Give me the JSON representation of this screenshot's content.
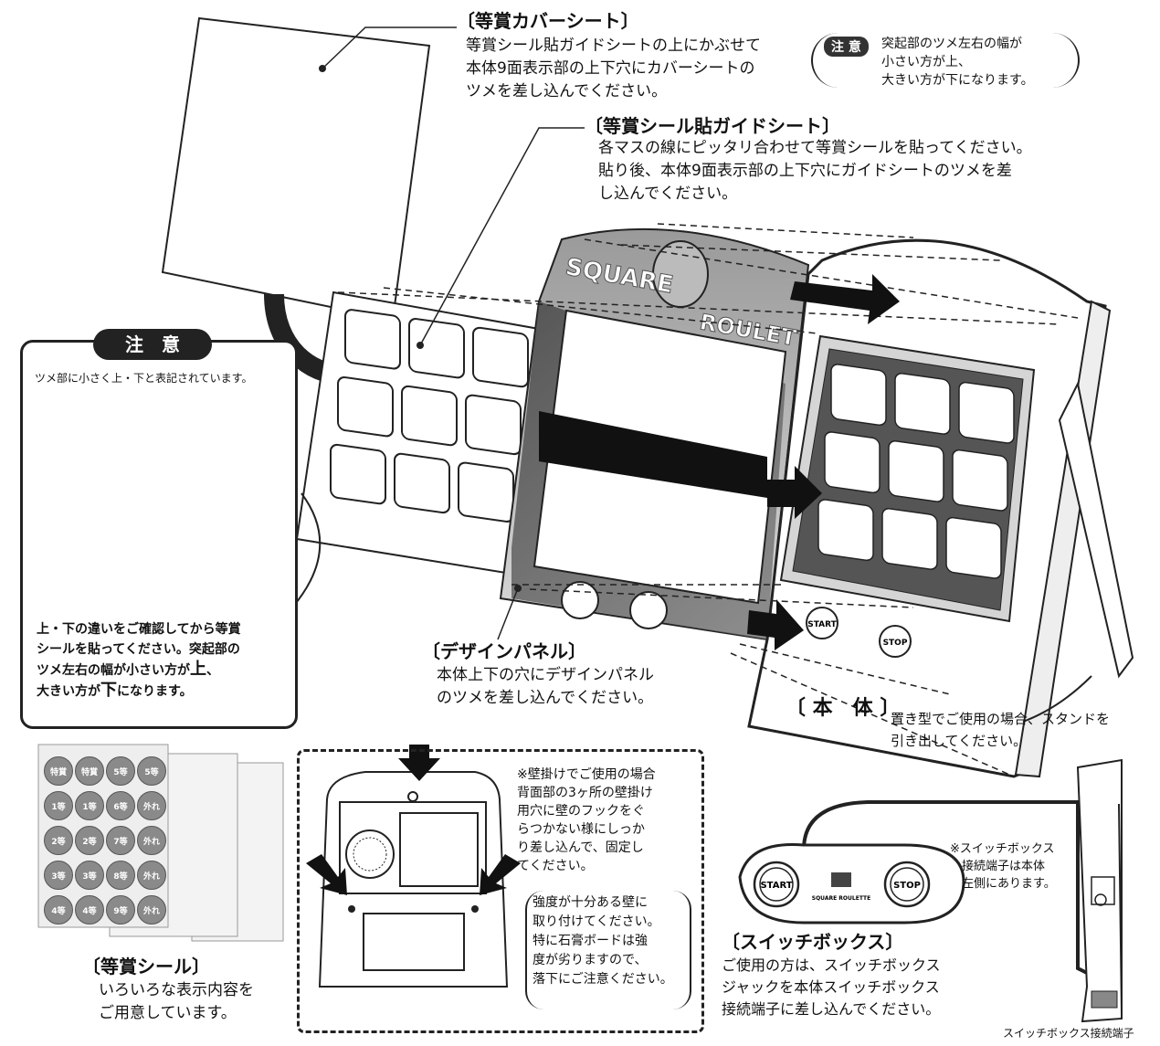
{
  "cover_sheet": {
    "title": "〔等賞カバーシート〕",
    "text": "等賞シール貼ガイドシートの上にかぶせて\n本体9面表示部の上下穴にカバーシートの\nツメを差し込んでください。"
  },
  "caution_top": {
    "badge": "注 意",
    "text": "突起部のツメ左右の幅が\n小さい方が上、\n大きい方が下になります。"
  },
  "guide_sheet": {
    "title": "〔等賞シール貼ガイドシート〕",
    "text": "各マスの線にピッタリ合わせて等賞シールを貼ってください。\n貼り後、本体9面表示部の上下穴にガイドシートのツメを差\nし込んでください。"
  },
  "caution_box": {
    "title": "注　意",
    "top_text": "ツメ部に小さく上・下と表記されています。",
    "bottom_text_1": "上・下の違いをご確認してから等賞\nシールを貼ってください。突起部の\nツメ左右の幅が小さい方が",
    "up": "上",
    "bottom_text_2": "、\n大きい方が",
    "down": "下",
    "bottom_text_3": "になります。"
  },
  "design_panel": {
    "title": "〔デザインパネル〕",
    "text": "本体上下の穴にデザインパネル\nのツメを差し込んでください。",
    "logo_square": "SQUARE",
    "logo_roulette": "ROULETTE"
  },
  "main_body": {
    "title": "〔 本　体 〕",
    "start": "START",
    "stop": "STOP"
  },
  "stand_note": "置き型でご使用の場合、スタンドを\n引き出してください。",
  "prize_stickers": {
    "title": "〔等賞シール〕",
    "text": "いろいろな表示内容を\nご用意しています。",
    "sample_labels": [
      "特賞",
      "特賞",
      "5等",
      "5等",
      "1等",
      "1等",
      "6等",
      "外れ",
      "2等",
      "2等",
      "7等",
      "外れ",
      "3等",
      "3等",
      "8等",
      "外れ",
      "4等",
      "4等",
      "9等",
      "外れ"
    ]
  },
  "wall_mount": {
    "note": "※壁掛けでご使用の場合\n背面部の3ヶ所の壁掛け\n用穴に壁のフックをぐ\nらつかない様にしっか\nり差し込んで、固定し\nてください。",
    "warning": "強度が十分ある壁に\n取り付けてください。\n特に石膏ボードは強\n度が劣りますので、\n落下にご注意ください。"
  },
  "switch_box": {
    "title": "〔スイッチボックス〕",
    "text": "ご使用の方は、スイッチボックス\nジャックを本体スイッチボックス\n接続端子に差し込んでください。",
    "start": "START",
    "stop": "STOP",
    "logo": "SQUARE ROULETTE",
    "terminal_note": "※スイッチボックス\n　接続端子は本体\n　左側にあります。",
    "terminal_label": "スイッチボックス接続端子"
  }
}
